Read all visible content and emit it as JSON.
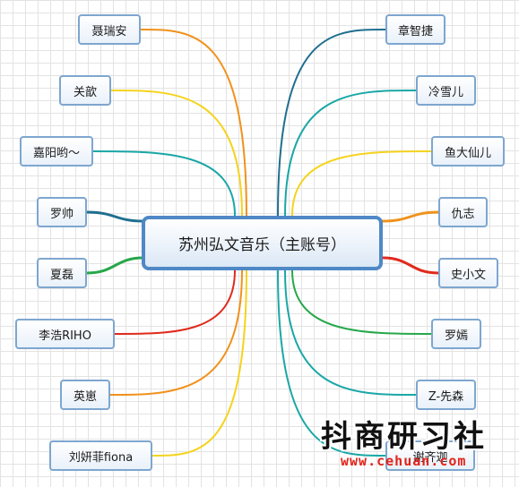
{
  "root": {
    "label": "苏州弘文音乐（主账号）",
    "border_color": "#4f88c6"
  },
  "left_nodes": [
    {
      "label": "聂瑞安",
      "line_color": "#f0921c"
    },
    {
      "label": "关歆",
      "line_color": "#f5d31e"
    },
    {
      "label": "嘉阳哟～",
      "line_color": "#1aa7a6"
    },
    {
      "label": "罗帅",
      "line_color": "#1f6f8f"
    },
    {
      "label": "夏磊",
      "line_color": "#27a74a"
    },
    {
      "label": "李浩RIHO",
      "line_color": "#e02a1c"
    },
    {
      "label": "英崽",
      "line_color": "#f0921c"
    },
    {
      "label": "刘妍菲fiona",
      "line_color": "#f5d31e"
    }
  ],
  "right_nodes": [
    {
      "label": "章智捷",
      "line_color": "#1f6f8f"
    },
    {
      "label": "冷雪儿",
      "line_color": "#1aa7a6"
    },
    {
      "label": "鱼大仙儿",
      "line_color": "#f5d31e"
    },
    {
      "label": "仇志",
      "line_color": "#f0921c"
    },
    {
      "label": "史小文",
      "line_color": "#e02a1c"
    },
    {
      "label": "罗嫣",
      "line_color": "#27a74a"
    },
    {
      "label": "Z-先森",
      "line_color": "#1aa7a6"
    },
    {
      "label": "谢齐迦",
      "line_color": "#1aa7a6"
    }
  ],
  "watermark": {
    "title": "抖商研习社",
    "url": "www.cehuan.com"
  }
}
